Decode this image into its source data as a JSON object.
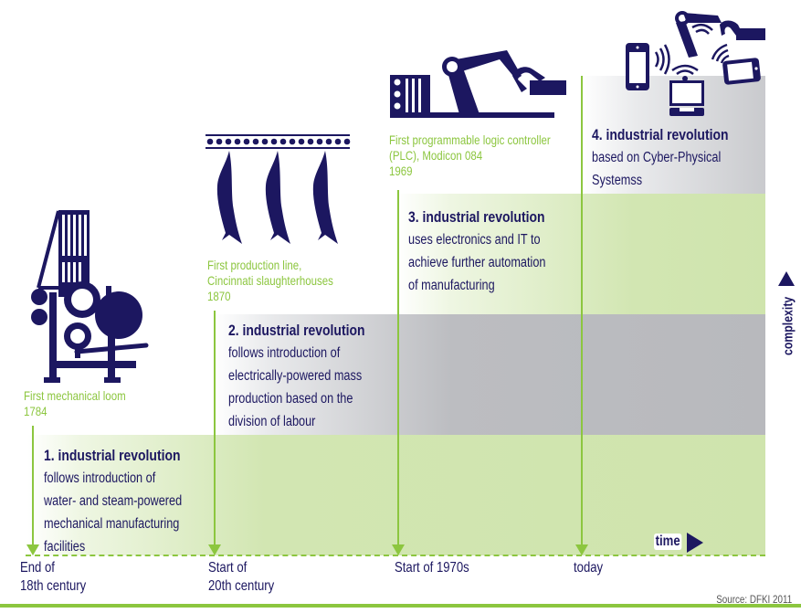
{
  "colors": {
    "navy": "#1c1760",
    "green": "#8cc63f",
    "band_green": "#cfe4ad",
    "band_gray": "#b8b9bd"
  },
  "axes": {
    "x_label": "time",
    "y_label": "complexity"
  },
  "revolutions": [
    {
      "title": "1. industrial revolution",
      "lines": [
        "follows introduction of",
        "water- and steam-powered",
        "mechanical manufacturing",
        "facilities"
      ]
    },
    {
      "title": "2. industrial revolution",
      "lines": [
        "follows introduction of",
        "electrically-powered mass",
        "production based on the",
        "division of labour"
      ]
    },
    {
      "title": "3. industrial revolution",
      "lines": [
        "uses electronics and IT to",
        "achieve further automation",
        "of manufacturing"
      ]
    },
    {
      "title": "4. industrial revolution",
      "lines": [
        "based on Cyber-Physical",
        "Systemss"
      ]
    }
  ],
  "milestones": [
    {
      "lines": [
        "First mechanical loom",
        "1784"
      ],
      "icon": "loom-icon"
    },
    {
      "lines": [
        "First production line,",
        "Cincinnati slaughterhouses",
        "1870"
      ],
      "icon": "production-line-icon"
    },
    {
      "lines": [
        "First programmable logic controller",
        "(PLC), Modicon 084",
        "1969"
      ],
      "icon": "plc-robot-arm-icon"
    },
    {
      "lines": [],
      "icon": "cyber-physical-devices-icon"
    }
  ],
  "timeline_ticks": [
    {
      "lines": [
        "End of",
        "18th century"
      ]
    },
    {
      "lines": [
        "Start of",
        "20th century"
      ]
    },
    {
      "lines": [
        "Start of 1970s"
      ]
    },
    {
      "lines": [
        "today"
      ]
    }
  ],
  "source": "Source: DFKI 2011"
}
